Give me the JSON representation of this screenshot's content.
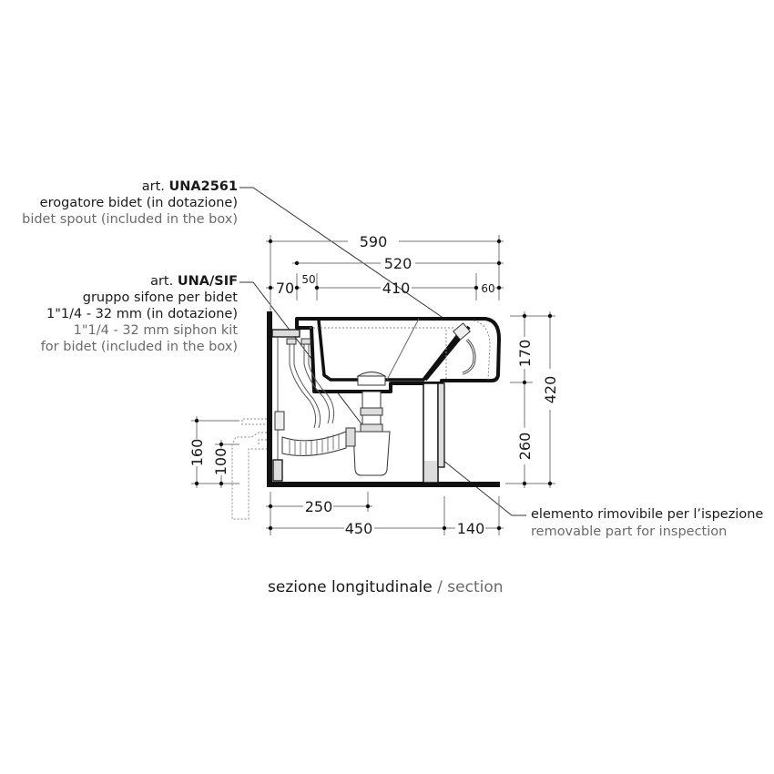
{
  "callouts": {
    "spout": {
      "article_prefix": "art.",
      "article_code": "UNA2561",
      "line_it": "erogatore bidet (in dotazione)",
      "line_en": "bidet spout (included in the box)"
    },
    "siphon": {
      "article_prefix": "art.",
      "article_code": "UNA/SIF",
      "line_it_1": "gruppo sifone per bidet",
      "line_it_2": "1\"1/4 - 32 mm (in dotazione)",
      "line_en_1": "1\"1/4 - 32 mm siphon kit",
      "line_en_2": "for bidet (included in the box)"
    },
    "inspection": {
      "line_it": "elemento rimovibile per l’ispezione",
      "line_en": "removable part for inspection"
    }
  },
  "dimensions": {
    "top": {
      "overall": "590",
      "bowl_outer": "520",
      "wall_gap": "70",
      "rim_left": "50",
      "bowl_inner": "410",
      "rim_right": "60"
    },
    "right": {
      "upper": "170",
      "lower": "260",
      "total": "420"
    },
    "bottom": {
      "drain_offset": "250",
      "base": "450",
      "rear": "140"
    },
    "left": {
      "outer": "160",
      "inner": "100"
    }
  },
  "caption": {
    "it": "sezione longitudinale",
    "separator": " / ",
    "en": "section"
  }
}
